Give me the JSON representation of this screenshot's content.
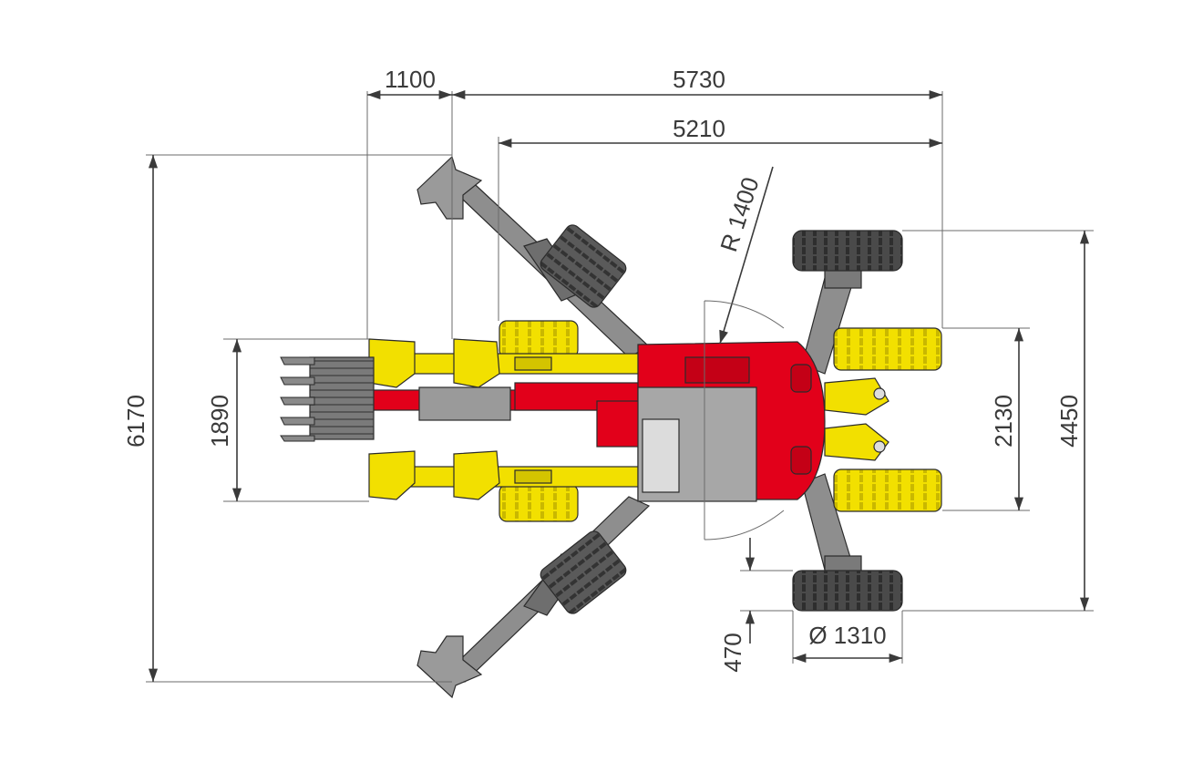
{
  "dimensions": {
    "d1100": "1100",
    "d5730": "5730",
    "d5210": "5210",
    "d6170": "6170",
    "d1890": "1890",
    "d2130": "2130",
    "d4450": "4450",
    "d470": "470",
    "radius": "R 1400",
    "wheel_diameter": "Ø 1310"
  },
  "colors": {
    "body_red": "#e2001a",
    "foot_yellow": "#f2e000",
    "arm_grey": "#8e8e8e",
    "tyre_dark": "#4a4a4a",
    "dimension_line": "#3a3a3a"
  }
}
